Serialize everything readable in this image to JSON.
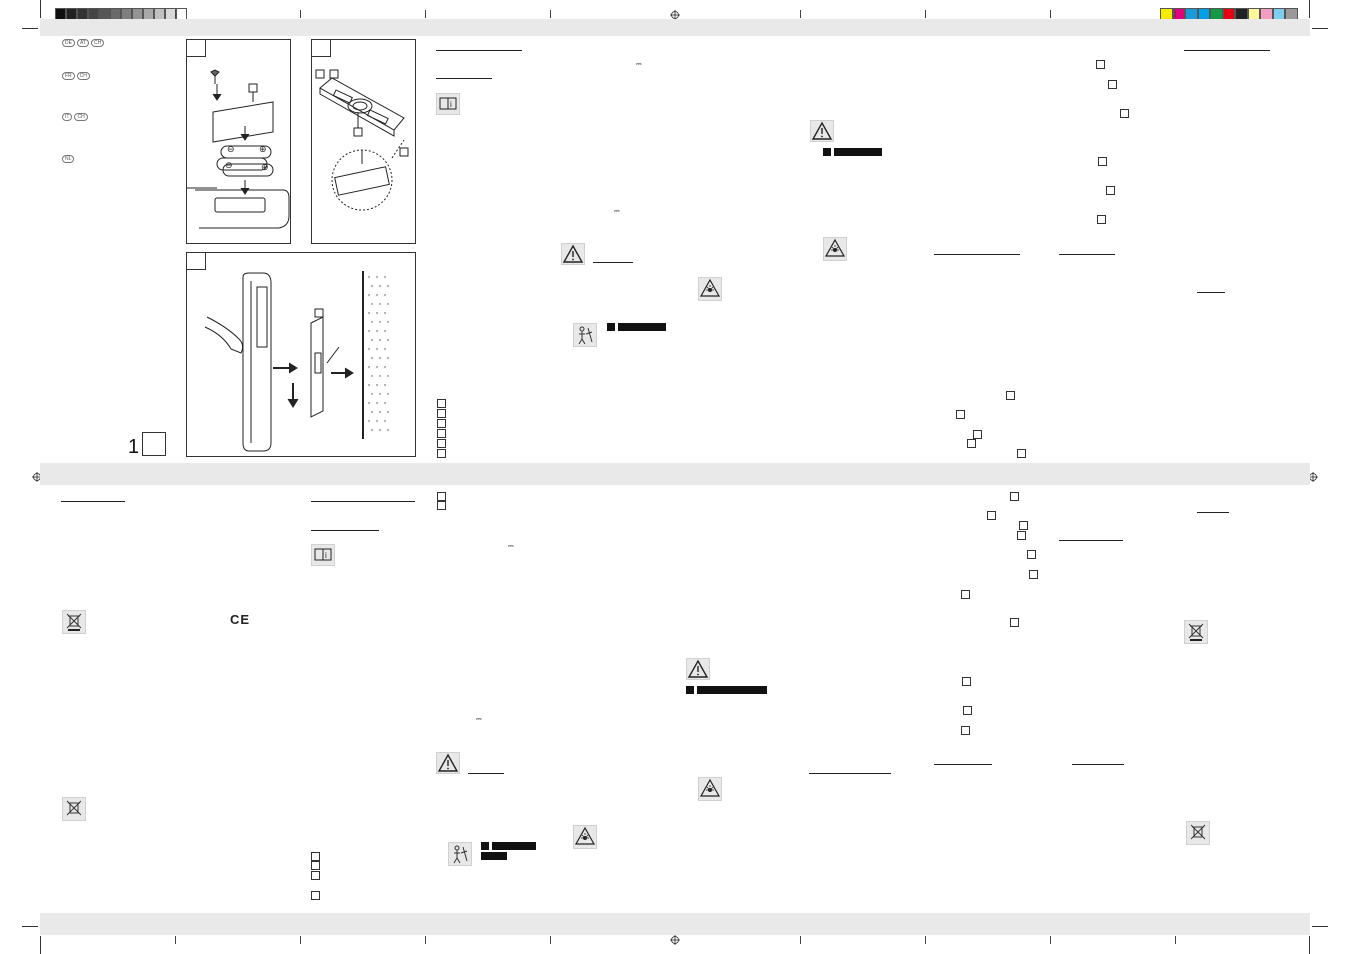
{
  "languages": {
    "row1": [
      "DE",
      "AT",
      "CH"
    ],
    "row2": [
      "FR",
      "CH"
    ],
    "row3": [
      "IT",
      "CH"
    ],
    "row4": [
      "NL"
    ]
  },
  "page_number": "1",
  "figure_labels": [
    "⊖",
    "⊕"
  ],
  "dc_symbol": "⎓",
  "ce_mark": "CE",
  "colors": {
    "gray_band": "#e9e9e9",
    "swatches": [
      "#f7ec00",
      "#e4007f",
      "#1a9ad7",
      "#00a0e9",
      "#139a44",
      "#e60012",
      "#222222",
      "#fff799",
      "#f19ec2",
      "#7ecef4",
      "#9a9a9a"
    ],
    "grays": [
      "#111111",
      "#222222",
      "#333333",
      "#454545",
      "#575757",
      "#6a6a6a",
      "#7e7e7e",
      "#939393",
      "#a8a8a8",
      "#c0c0c0",
      "#d8d8d8",
      "#ffffff"
    ]
  },
  "icons": [
    "info-manual-icon",
    "warning-triangle-icon",
    "laser-hazard-icon",
    "child-hazard-icon",
    "weee-bin-icon",
    "battery-disposal-icon",
    "registration-mark-icon"
  ]
}
